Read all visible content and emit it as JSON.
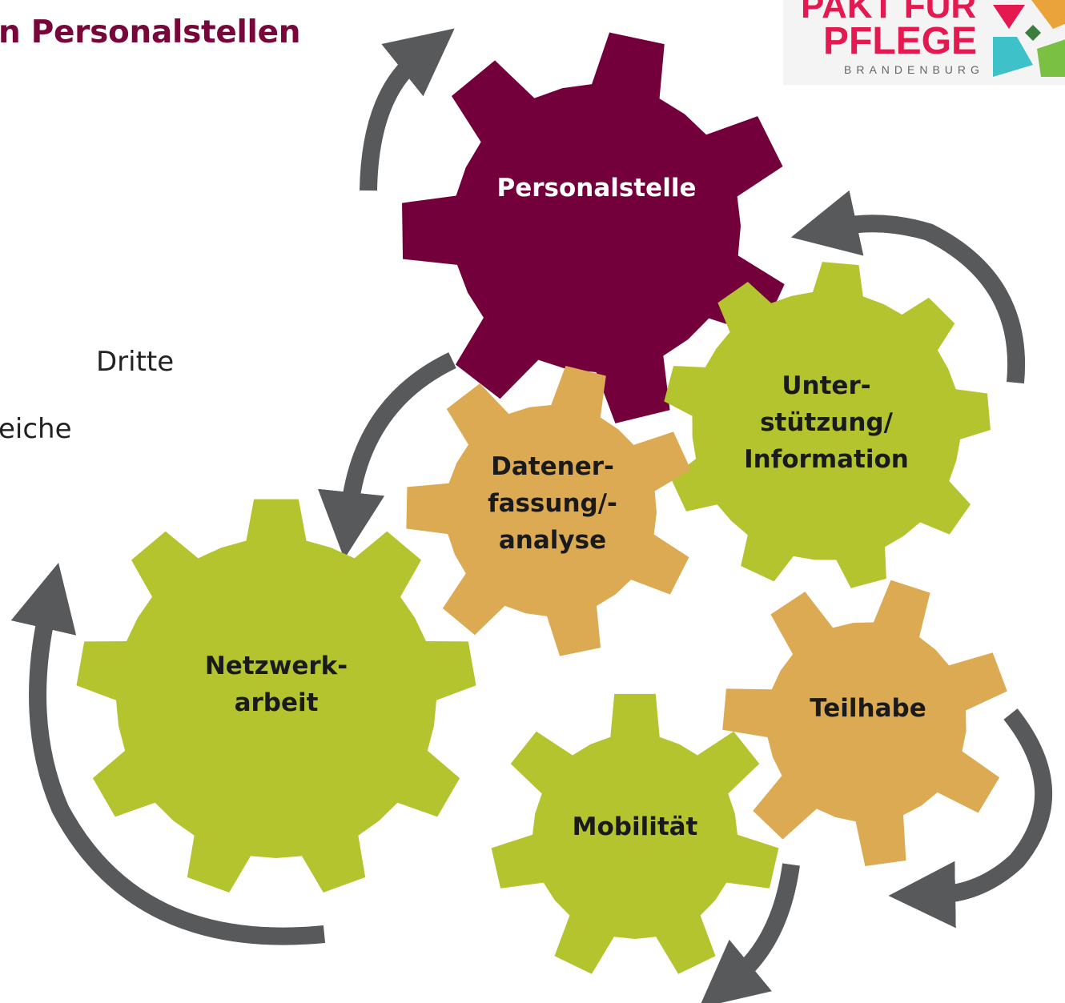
{
  "slide": {
    "title": "n Personalstellen",
    "bullets": [
      "Dritte",
      "eiche"
    ]
  },
  "logo": {
    "line1": "PAKT FÜR",
    "line2": "PFLEGE",
    "line3": "BRANDENBURG"
  },
  "diagram": {
    "gears": [
      {
        "id": "personalstelle",
        "lines": [
          "Personalstelle"
        ],
        "color": "#74003b"
      },
      {
        "id": "unterstuetzung",
        "lines": [
          "Unter-",
          "stützung/",
          "Information"
        ],
        "color": "#b4c42e"
      },
      {
        "id": "datenerfassung",
        "lines": [
          "Datener-",
          "fassung/-",
          "analyse"
        ],
        "color": "#dcaa52"
      },
      {
        "id": "netzwerkarbeit",
        "lines": [
          "Netzwerk-",
          "arbeit"
        ],
        "color": "#b4c42e"
      },
      {
        "id": "teilhabe",
        "lines": [
          "Teilhabe"
        ],
        "color": "#dcaa52"
      },
      {
        "id": "mobilitaet",
        "lines": [
          "Mobilität"
        ],
        "color": "#b4c42e"
      }
    ],
    "arrow_color": "#58595b"
  }
}
